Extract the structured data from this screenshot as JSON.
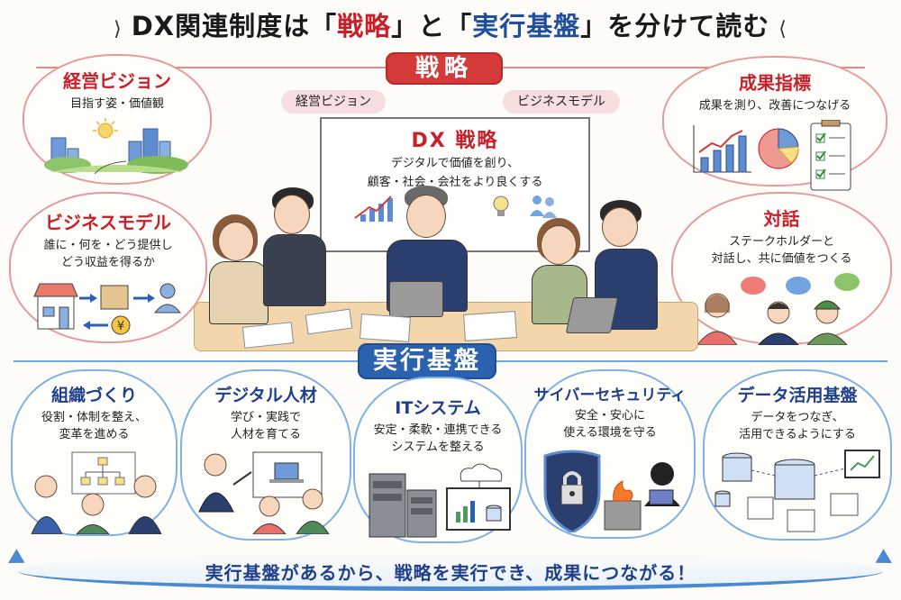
{
  "header": {
    "title_prefix": "DX関連制度は",
    "open_quote_1": "「",
    "strategy_word": "戦略",
    "close_quote_1": "」",
    "conjunction": "と",
    "open_quote_2": "「",
    "execution_word": "実行基盤",
    "close_quote_2": "」",
    "title_suffix": "を分けて読む",
    "spark_left": "⟩",
    "spark_right": "⟨"
  },
  "strategy": {
    "badge": "戦略",
    "vision": {
      "title": "経営ビジョン",
      "desc": "目指す姿・価値観",
      "icon": "city-skyline-icon"
    },
    "business_model": {
      "title": "ビジネスモデル",
      "desc_line1": "誰に・何を・どう提供し",
      "desc_line2": "どう収益を得るか",
      "icon": "store-flow-icon",
      "currency": "¥"
    },
    "kpi": {
      "title": "成果指標",
      "desc": "成果を測り、改善につなげる",
      "icon": "chart-checklist-icon"
    },
    "dialogue": {
      "title": "対話",
      "desc_line1": "ステークホルダーと",
      "desc_line2": "対話し、共に価値をつくる",
      "icon": "conversation-icon"
    },
    "board": {
      "pill_left": "経営ビジョン",
      "pill_right": "ビジネスモデル",
      "title": "DX 戦略",
      "desc_line1": "デジタルで価値を創り、",
      "desc_line2": "顧客・社会・会社をより良くする"
    }
  },
  "execution": {
    "badge": "実行基盤",
    "items": [
      {
        "title": "組織づくり",
        "desc_line1": "役割・体制を整え、",
        "desc_line2": "変革を進める",
        "icon": "org-chart-icon"
      },
      {
        "title": "デジタル人材",
        "desc_line1": "学び・実践で",
        "desc_line2": "人材を育てる",
        "icon": "training-icon"
      },
      {
        "title": "ITシステム",
        "desc_line1": "安定・柔軟・連携できる",
        "desc_line2": "システムを整える",
        "icon": "server-cloud-icon"
      },
      {
        "title": "サイバーセキュリティ",
        "desc_line1": "安全・安心に",
        "desc_line2": "使える環境を守る",
        "icon": "shield-lock-icon"
      },
      {
        "title": "データ活用基盤",
        "desc_line1": "データをつなぎ、",
        "desc_line2": "活用できるようにする",
        "icon": "database-network-icon"
      }
    ]
  },
  "footer": {
    "message": "実行基盤があるから、戦略を実行でき、成果につながる！"
  },
  "colors": {
    "strategy_red": "#d43a3a",
    "execution_blue": "#2a62b0",
    "title_navy": "#1f3f8a",
    "bubble_pink": "#e79a9c",
    "bubble_blue": "#7fb2e3"
  }
}
